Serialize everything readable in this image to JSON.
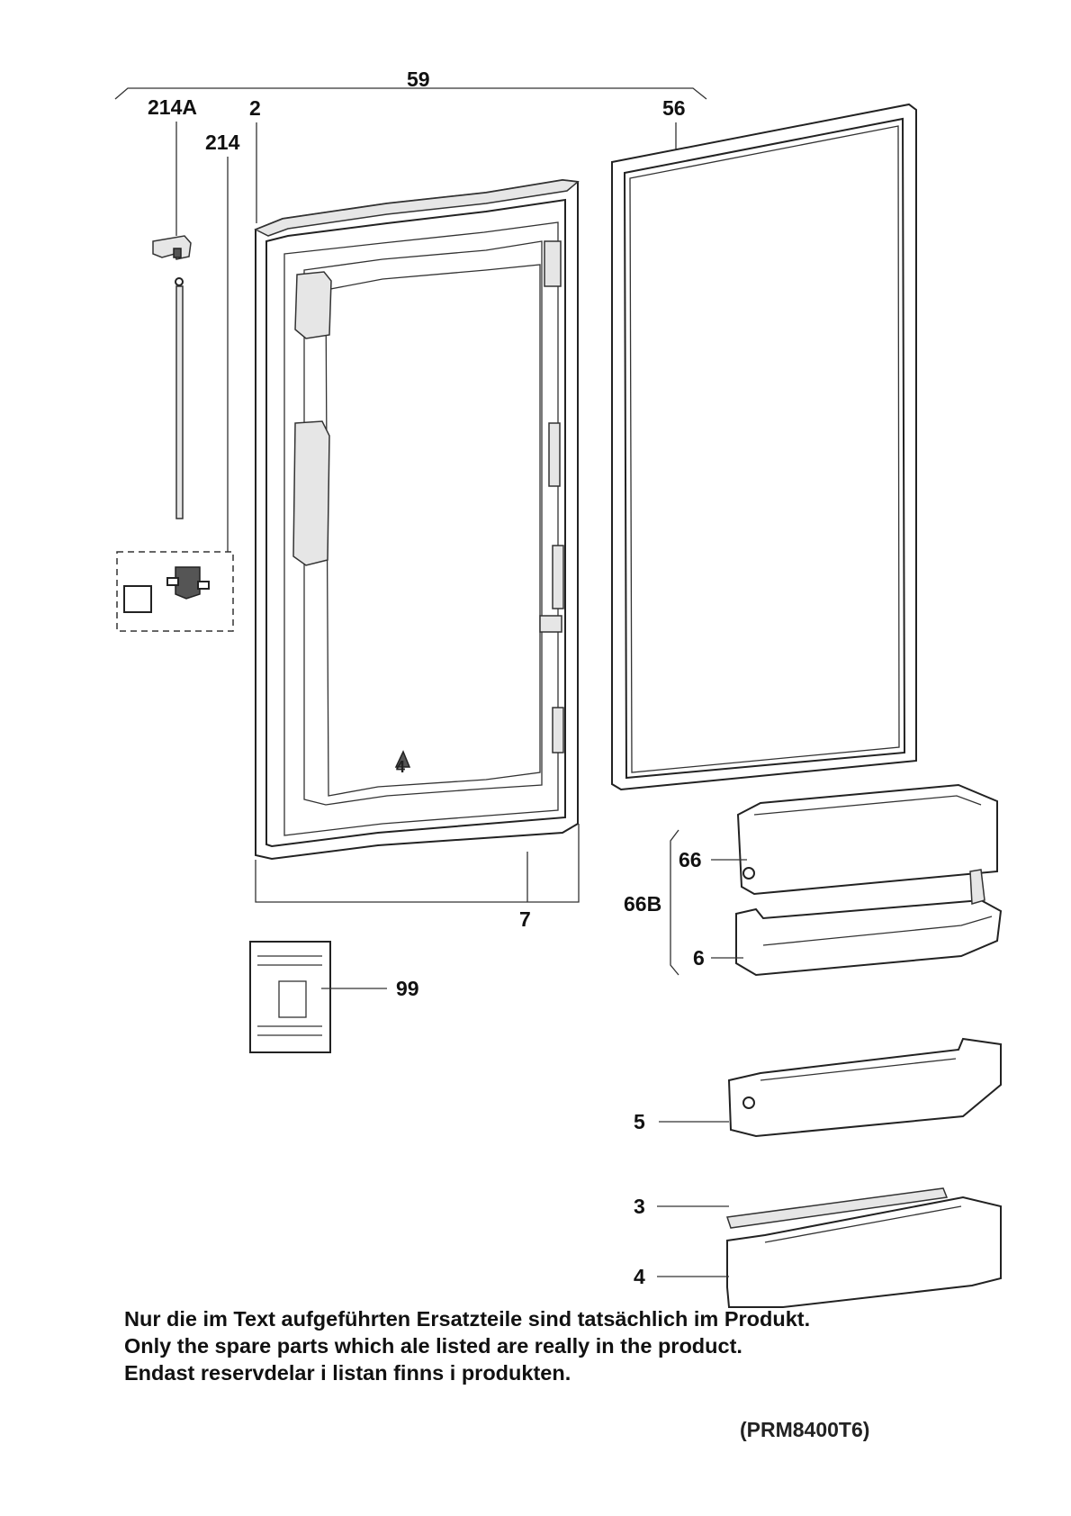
{
  "parts": {
    "p59": "59",
    "p214A": "214A",
    "p2": "2",
    "p214": "214",
    "p56": "56",
    "p7": "7",
    "p99": "99",
    "p66": "66",
    "p66B": "66B",
    "p6": "6",
    "p5": "5",
    "p3": "3",
    "p4": "4"
  },
  "notes": {
    "de": "Nur die im Text aufgeführten Ersatzteile sind tatsächlich im Produkt.",
    "en": "Only the spare parts which ale listed are really in the product.",
    "sv": "Endast reservdelar i listan finns i produkten."
  },
  "model": "(PRM8400T6)"
}
